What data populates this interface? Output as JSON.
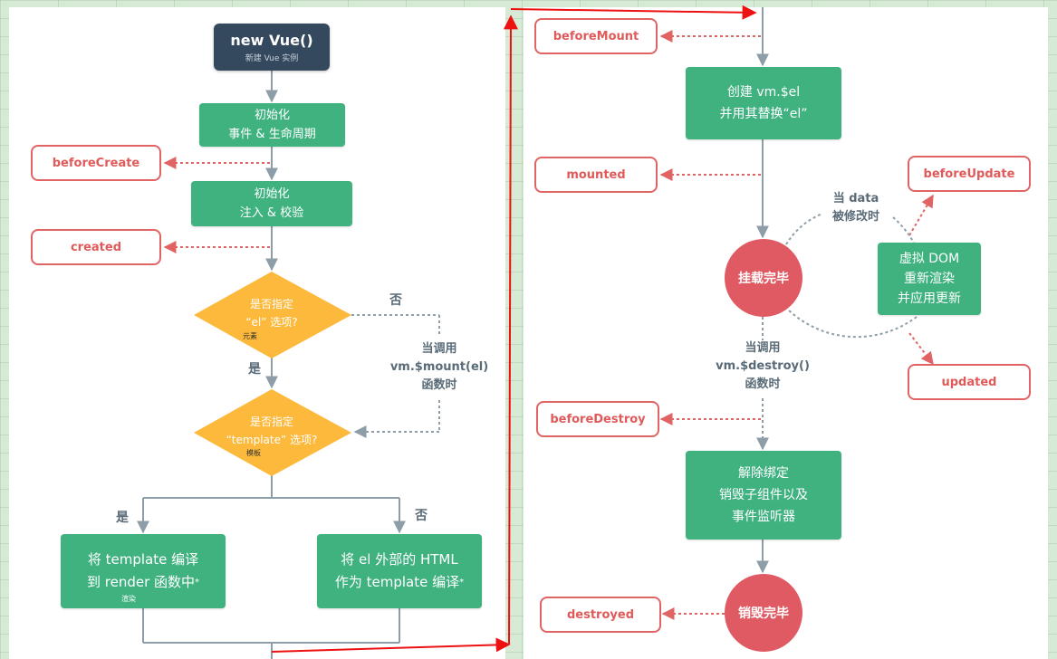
{
  "left": {
    "new_vue": {
      "title": "new Vue()",
      "subtitle": "新建 Vue 实例"
    },
    "init_events": {
      "lines": [
        "初始化",
        "事件 & 生命周期"
      ]
    },
    "init_inject": {
      "lines": [
        "初始化",
        "注入 & 校验"
      ]
    },
    "hooks": {
      "before_create": "beforeCreate",
      "created": "created"
    },
    "diamond_el": {
      "lines": [
        "是否指定",
        "“el” 选项?"
      ],
      "note": "元素"
    },
    "diamond_template": {
      "lines": [
        "是否指定",
        "“template” 选项?"
      ],
      "note": "模板"
    },
    "yes_label_1": "是",
    "no_label_1": "否",
    "mount_call": {
      "lines": [
        "当调用",
        "vm.$mount(el)",
        "函数时"
      ]
    },
    "yes_label_2": "是",
    "no_label_2": "否",
    "compile_render": {
      "lines": [
        "将 template 编译",
        "到 render 函数中"
      ],
      "star": "*",
      "note": "渲染"
    },
    "compile_outer": {
      "lines": [
        "将 el 外部的 HTML",
        "作为 template 编译"
      ],
      "star": "*"
    }
  },
  "right": {
    "hooks": {
      "before_mount": "beforeMount",
      "mounted": "mounted",
      "before_update": "beforeUpdate",
      "updated": "updated",
      "before_destroy": "beforeDestroy",
      "destroyed": "destroyed"
    },
    "create_el": {
      "lines": [
        "创建 vm.$el",
        "并用其替换“el”"
      ]
    },
    "mounted_circle": "挂载完毕",
    "data_changed": {
      "lines": [
        "当 data",
        "被修改时"
      ]
    },
    "virtual_dom": {
      "lines": [
        "虚拟 DOM",
        "重新渲染",
        "并应用更新"
      ]
    },
    "destroy_call": {
      "lines": [
        "当调用",
        "vm.$destroy()",
        "函数时"
      ]
    },
    "teardown": {
      "lines": [
        "解除绑定",
        "销毁子组件以及",
        "事件监听器"
      ]
    },
    "destroyed_circle": "销毁完毕"
  },
  "colors": {
    "green": "#3fb27f",
    "dark": "#35495e",
    "hook_red": "#e05a5a",
    "diamond": "#fdb93b",
    "connector": "#8e9ea8",
    "annotation_red": "#ee1111"
  }
}
